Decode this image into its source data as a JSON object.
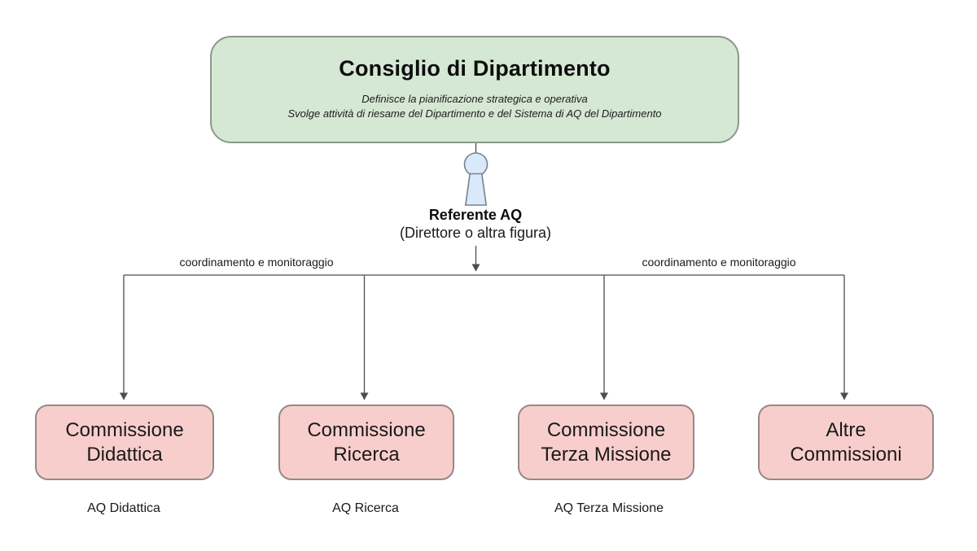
{
  "colors": {
    "green_fill": "#d5e8d4",
    "pink_fill": "#f8cecc",
    "blue_fill": "#dae8fc",
    "box_border": "#8c8c8c",
    "line": "#4d4d4d",
    "text": "#111111"
  },
  "root_box": {
    "title": "Consiglio di Dipartimento",
    "subtitle": [
      "Definisce la pianificazione strategica e operativa",
      "Svolge attività di riesame del Dipartimento e del Sistema di AQ del Dipartimento"
    ]
  },
  "referente": {
    "icon": "person-icon",
    "name": "Referente AQ",
    "role": "(Direttore o altra figura)"
  },
  "edge_labels": {
    "left": "coordinamento e monitoraggio",
    "right": "coordinamento e monitoraggio"
  },
  "commissions": [
    {
      "line1": "Commissione",
      "line2": "Didattica",
      "footnote": "AQ Didattica"
    },
    {
      "line1": "Commissione",
      "line2": "Ricerca",
      "footnote": "AQ Ricerca"
    },
    {
      "line1": "Commissione",
      "line2": "Terza Missione",
      "footnote": "AQ Terza Missione"
    },
    {
      "line1": "Altre",
      "line2": "Commissioni",
      "footnote": null
    }
  ]
}
